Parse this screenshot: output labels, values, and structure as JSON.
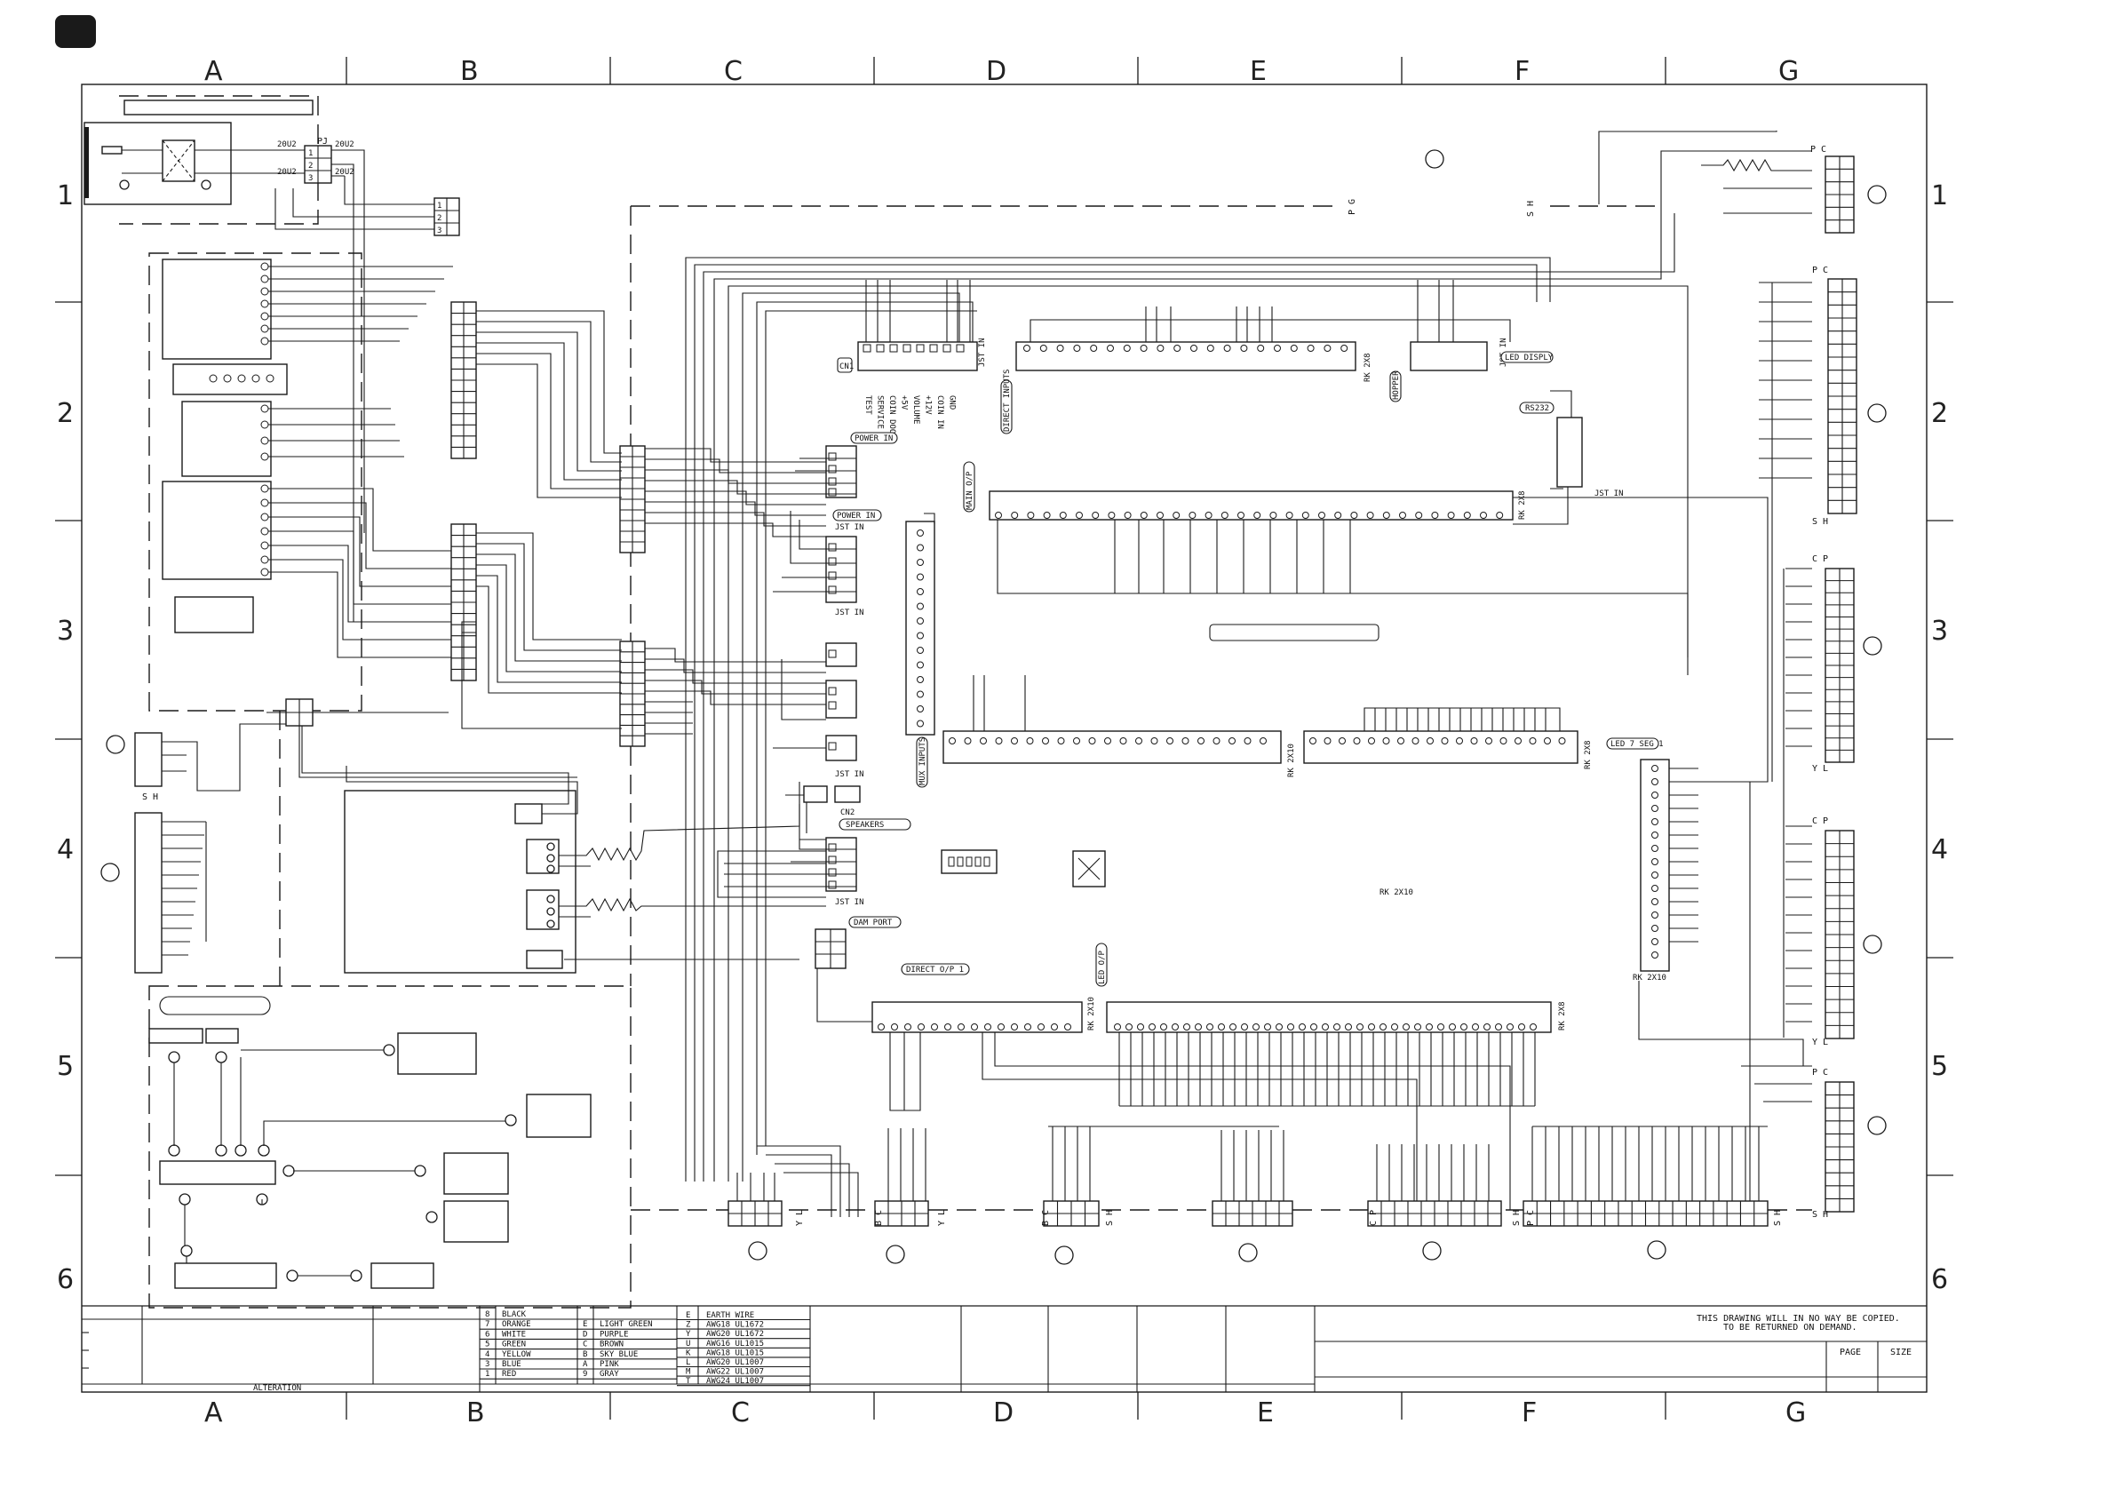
{
  "sheet": {
    "columns": [
      "A",
      "B",
      "C",
      "D",
      "E",
      "F",
      "G"
    ],
    "columns_bottom": [
      "A",
      "B",
      "C",
      "D",
      "E",
      "F",
      "G"
    ],
    "rows": [
      "1",
      "2",
      "3",
      "4",
      "5",
      "6"
    ]
  },
  "top_left": {
    "pj_label": "PJ",
    "pins": [
      "1",
      "2",
      "3"
    ],
    "wire_labels_left": [
      "20U2",
      "20U2"
    ],
    "wire_labels_right": [
      "20U2",
      "20U2"
    ],
    "small_conn_pins": [
      "1",
      "2",
      "3"
    ]
  },
  "connector_tags": {
    "cn1": "CN1",
    "power_in_top": "POWER IN",
    "power_in": "POWER IN",
    "jst_in_a": "JST IN",
    "jst_in_b": "JST IN",
    "jst_in_c": "JST IN",
    "jst_in_d": "JST IN",
    "jst_in_e": "JST IN",
    "jst_in_f": "JST IN",
    "jst_in_g": "JST IN",
    "cn2": "CN2",
    "speakers": "SPEAKERS",
    "dam_port": "DAM PORT",
    "direct_out_1": "DIRECT O/P 1",
    "direct_inputs": "DIRECT INPUTS",
    "aux_in_o_p": "MAIN O/P",
    "led_o_p": "LED O/P",
    "mux_inputs": "MUX INPUTS",
    "led_7_seg": "LED 7 SEG 1",
    "led_disp": "LED DISPLY",
    "rs232": "RS232",
    "hopper": "HOPPER",
    "rk_a": "RK 2X8",
    "rk_b": "RK 2X8",
    "rk_c": "RK 2X10",
    "rk_d": "RK 2X8",
    "rk_e": "RK 2X10",
    "rk_f": "RK 2X10",
    "rk_g": "RK 2X8",
    "rk_h": "RK 2X10"
  },
  "vertical_pin_labels": [
    "TEST",
    "SERVICE",
    "COIN DOOR",
    "+5V",
    "VOLUME",
    "+12V",
    "COIN IN",
    "GND"
  ],
  "side_conn_labels": {
    "p_c": "P C",
    "s_h": "S H",
    "c_p": "C P",
    "y_l": "Y L",
    "p_g": "P G",
    "c_p_bottom": "C P",
    "s_h_bottom": "S H",
    "p_c_bottom": "P C",
    "y_l_bottom": "Y L",
    "b_c": "B C"
  },
  "color_table": [
    {
      "code": "8",
      "name": "BLACK"
    },
    {
      "code": "7",
      "name": "ORANGE"
    },
    {
      "code": "6",
      "name": "WHITE"
    },
    {
      "code": "5",
      "name": "GREEN"
    },
    {
      "code": "4",
      "name": "YELLOW"
    },
    {
      "code": "3",
      "name": "BLUE"
    },
    {
      "code": "1",
      "name": "RED"
    }
  ],
  "color_table_2": [
    {
      "code": "",
      "name": ""
    },
    {
      "code": "E",
      "name": "LIGHT GREEN"
    },
    {
      "code": "D",
      "name": "PURPLE"
    },
    {
      "code": "C",
      "name": "BROWN"
    },
    {
      "code": "B",
      "name": "SKY BLUE"
    },
    {
      "code": "A",
      "name": "PINK"
    },
    {
      "code": "9",
      "name": "GRAY"
    }
  ],
  "cable_table": [
    {
      "code": "E",
      "name": "EARTH WIRE"
    },
    {
      "code": "Z",
      "name": "AWG18  UL1672"
    },
    {
      "code": "Y",
      "name": "AWG20  UL1672"
    },
    {
      "code": "U",
      "name": "AWG16  UL1015"
    },
    {
      "code": "K",
      "name": "AWG18  UL1015"
    },
    {
      "code": "L",
      "name": "AWG20  UL1007"
    },
    {
      "code": "M",
      "name": "AWG22  UL1007"
    },
    {
      "code": "T",
      "name": "AWG24  UL1007"
    }
  ],
  "title_block": {
    "alteration": "ALTERATION",
    "notice_line1": "THIS DRAWING WILL IN NO WAY BE COPIED.",
    "notice_line2": "TO BE RETURNED ON DEMAND.",
    "page": "PAGE",
    "size": "SIZE"
  }
}
